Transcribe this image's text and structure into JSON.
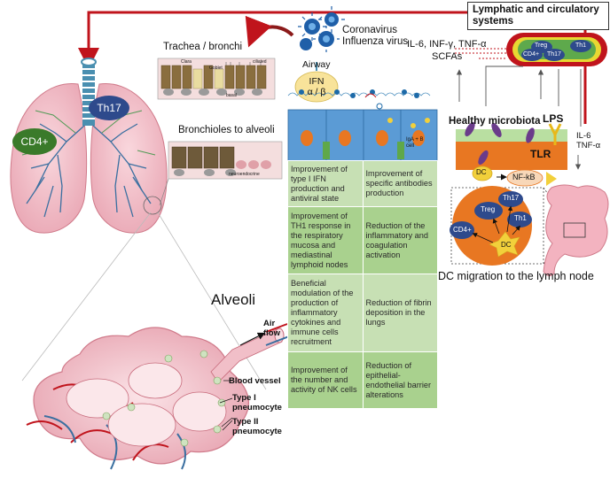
{
  "labels": {
    "trachea": "Trachea / bronchi",
    "virus": "Coronavirus\nInfluenza virus",
    "airway": "Airway",
    "ifn": "IFN\nα / β",
    "cytokines": "IL-6, INF-γ, TNF-α",
    "scfas": "SCFAs",
    "lymphatic": "Lymphatic and circulatory systems",
    "microbiota": "Healthy microbiota",
    "lps": "LPS",
    "tlr": "TLR",
    "nfkb": "NF-kB",
    "dc": "DC",
    "il6_tnf": "IL-6\nTNF-α",
    "bronchioles": "Bronchioles to alveoli",
    "alveoli": "Alveoli",
    "air_flow": "Air\nflow",
    "blood_vessel": "Blood vessel",
    "type1": "Type I\npneumocyte",
    "type2": "Type II\npneumocyte",
    "dc_migration": "DC migration to the lymph node",
    "th17": "Th17",
    "cd4": "CD4+",
    "treg": "Treg",
    "th1": "Th1",
    "iga": "IgA + B\ncell",
    "clara": "Clara",
    "goblet": "Goblet",
    "ciliated": "ciliated",
    "basal": "basal",
    "neuroendocrine": "neuroendocrine"
  },
  "table": [
    [
      "Improvement of type I IFN production and antiviral state",
      "Improvement of specific antibodies production"
    ],
    [
      "Improvement of TH1 response in the respiratory mucosa and mediastinal lymphoid nodes",
      "Reduction of the inflammatory and coagulation activation"
    ],
    [
      "Beneficial modulation of the production of inflammatory cytokines and immune cells recruitment",
      "Reduction of fibrin deposition in the lungs"
    ],
    [
      "Improvement of the number and activity of NK cells",
      "Reduction of epithelial-endothelial barrier alterations"
    ]
  ],
  "colors": {
    "arrow_red": "#c0141c",
    "th17_blue": "#2e4a8c",
    "cd4_green": "#3a7a2a",
    "cell_blue": "#5b9bd5",
    "nucleus_orange": "#e87722",
    "dc_yellow": "#f2d03b",
    "table_light": "#c7e0b4",
    "table_dark": "#a9d18e"
  }
}
